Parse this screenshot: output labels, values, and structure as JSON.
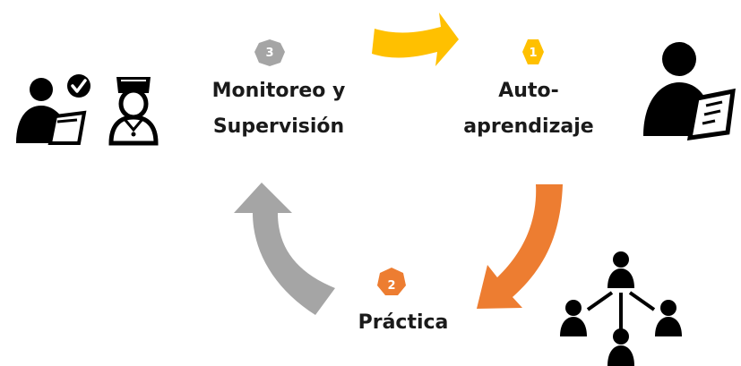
{
  "steps": [
    {
      "number": "1",
      "label_line1": "Auto-",
      "label_line2": "aprendizaje",
      "badge_color": "#FFC000"
    },
    {
      "number": "2",
      "label": "Práctica",
      "badge_color": "#ED7D31"
    },
    {
      "number": "3",
      "label_line1": "Monitoreo y",
      "label_line2": "Supervisión",
      "badge_color": "#A5A5A5"
    }
  ],
  "arrows": [
    {
      "from": "3",
      "to": "1",
      "color": "#FFC000"
    },
    {
      "from": "1",
      "to": "2",
      "color": "#ED7D31"
    },
    {
      "from": "2",
      "to": "3",
      "color": "#A5A5A5"
    }
  ],
  "icons": [
    {
      "name": "supervisor-checklist-icon"
    },
    {
      "name": "nurse-icon"
    },
    {
      "name": "person-reading-icon"
    },
    {
      "name": "network-people-icon"
    }
  ]
}
